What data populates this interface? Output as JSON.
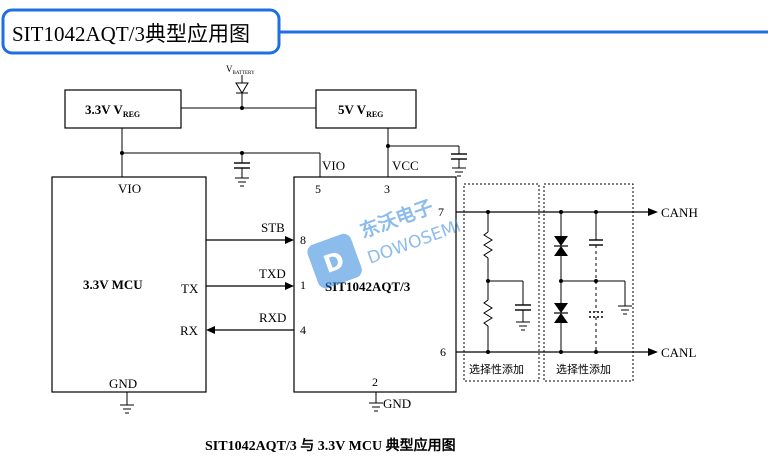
{
  "header": {
    "title": "SIT1042AQT/3典型应用图",
    "accent_color": "#1f6fe0"
  },
  "regulators": {
    "battery_label": "V",
    "battery_sub": "BATTERY",
    "reg33_main": "3.3V V",
    "reg33_sub": "REG",
    "reg5_main": "5V V",
    "reg5_sub": "REG"
  },
  "mcu": {
    "name": "3.3V MCU",
    "vio": "VIO",
    "tx": "TX",
    "rx": "RX",
    "gnd": "GND"
  },
  "transceiver": {
    "name": "SIT1042AQT/3",
    "vio": "VIO",
    "vcc": "VCC",
    "gnd": "GND",
    "pins": {
      "p5": "5",
      "p3": "3",
      "p8": "8",
      "p1": "1",
      "p4": "4",
      "p2": "2",
      "p7": "7",
      "p6": "6"
    }
  },
  "signals": {
    "stb": "STB",
    "txd": "TXD",
    "rxd": "RXD",
    "canh": "CANH",
    "canl": "CANL"
  },
  "optional_blocks": {
    "label_left": "选择性添加",
    "label_right": "选择性添加"
  },
  "watermark": {
    "cn": "东沃电子",
    "en": "DOWOSEMI"
  },
  "caption": "SIT1042AQT/3 与 3.3V MCU 典型应用图"
}
